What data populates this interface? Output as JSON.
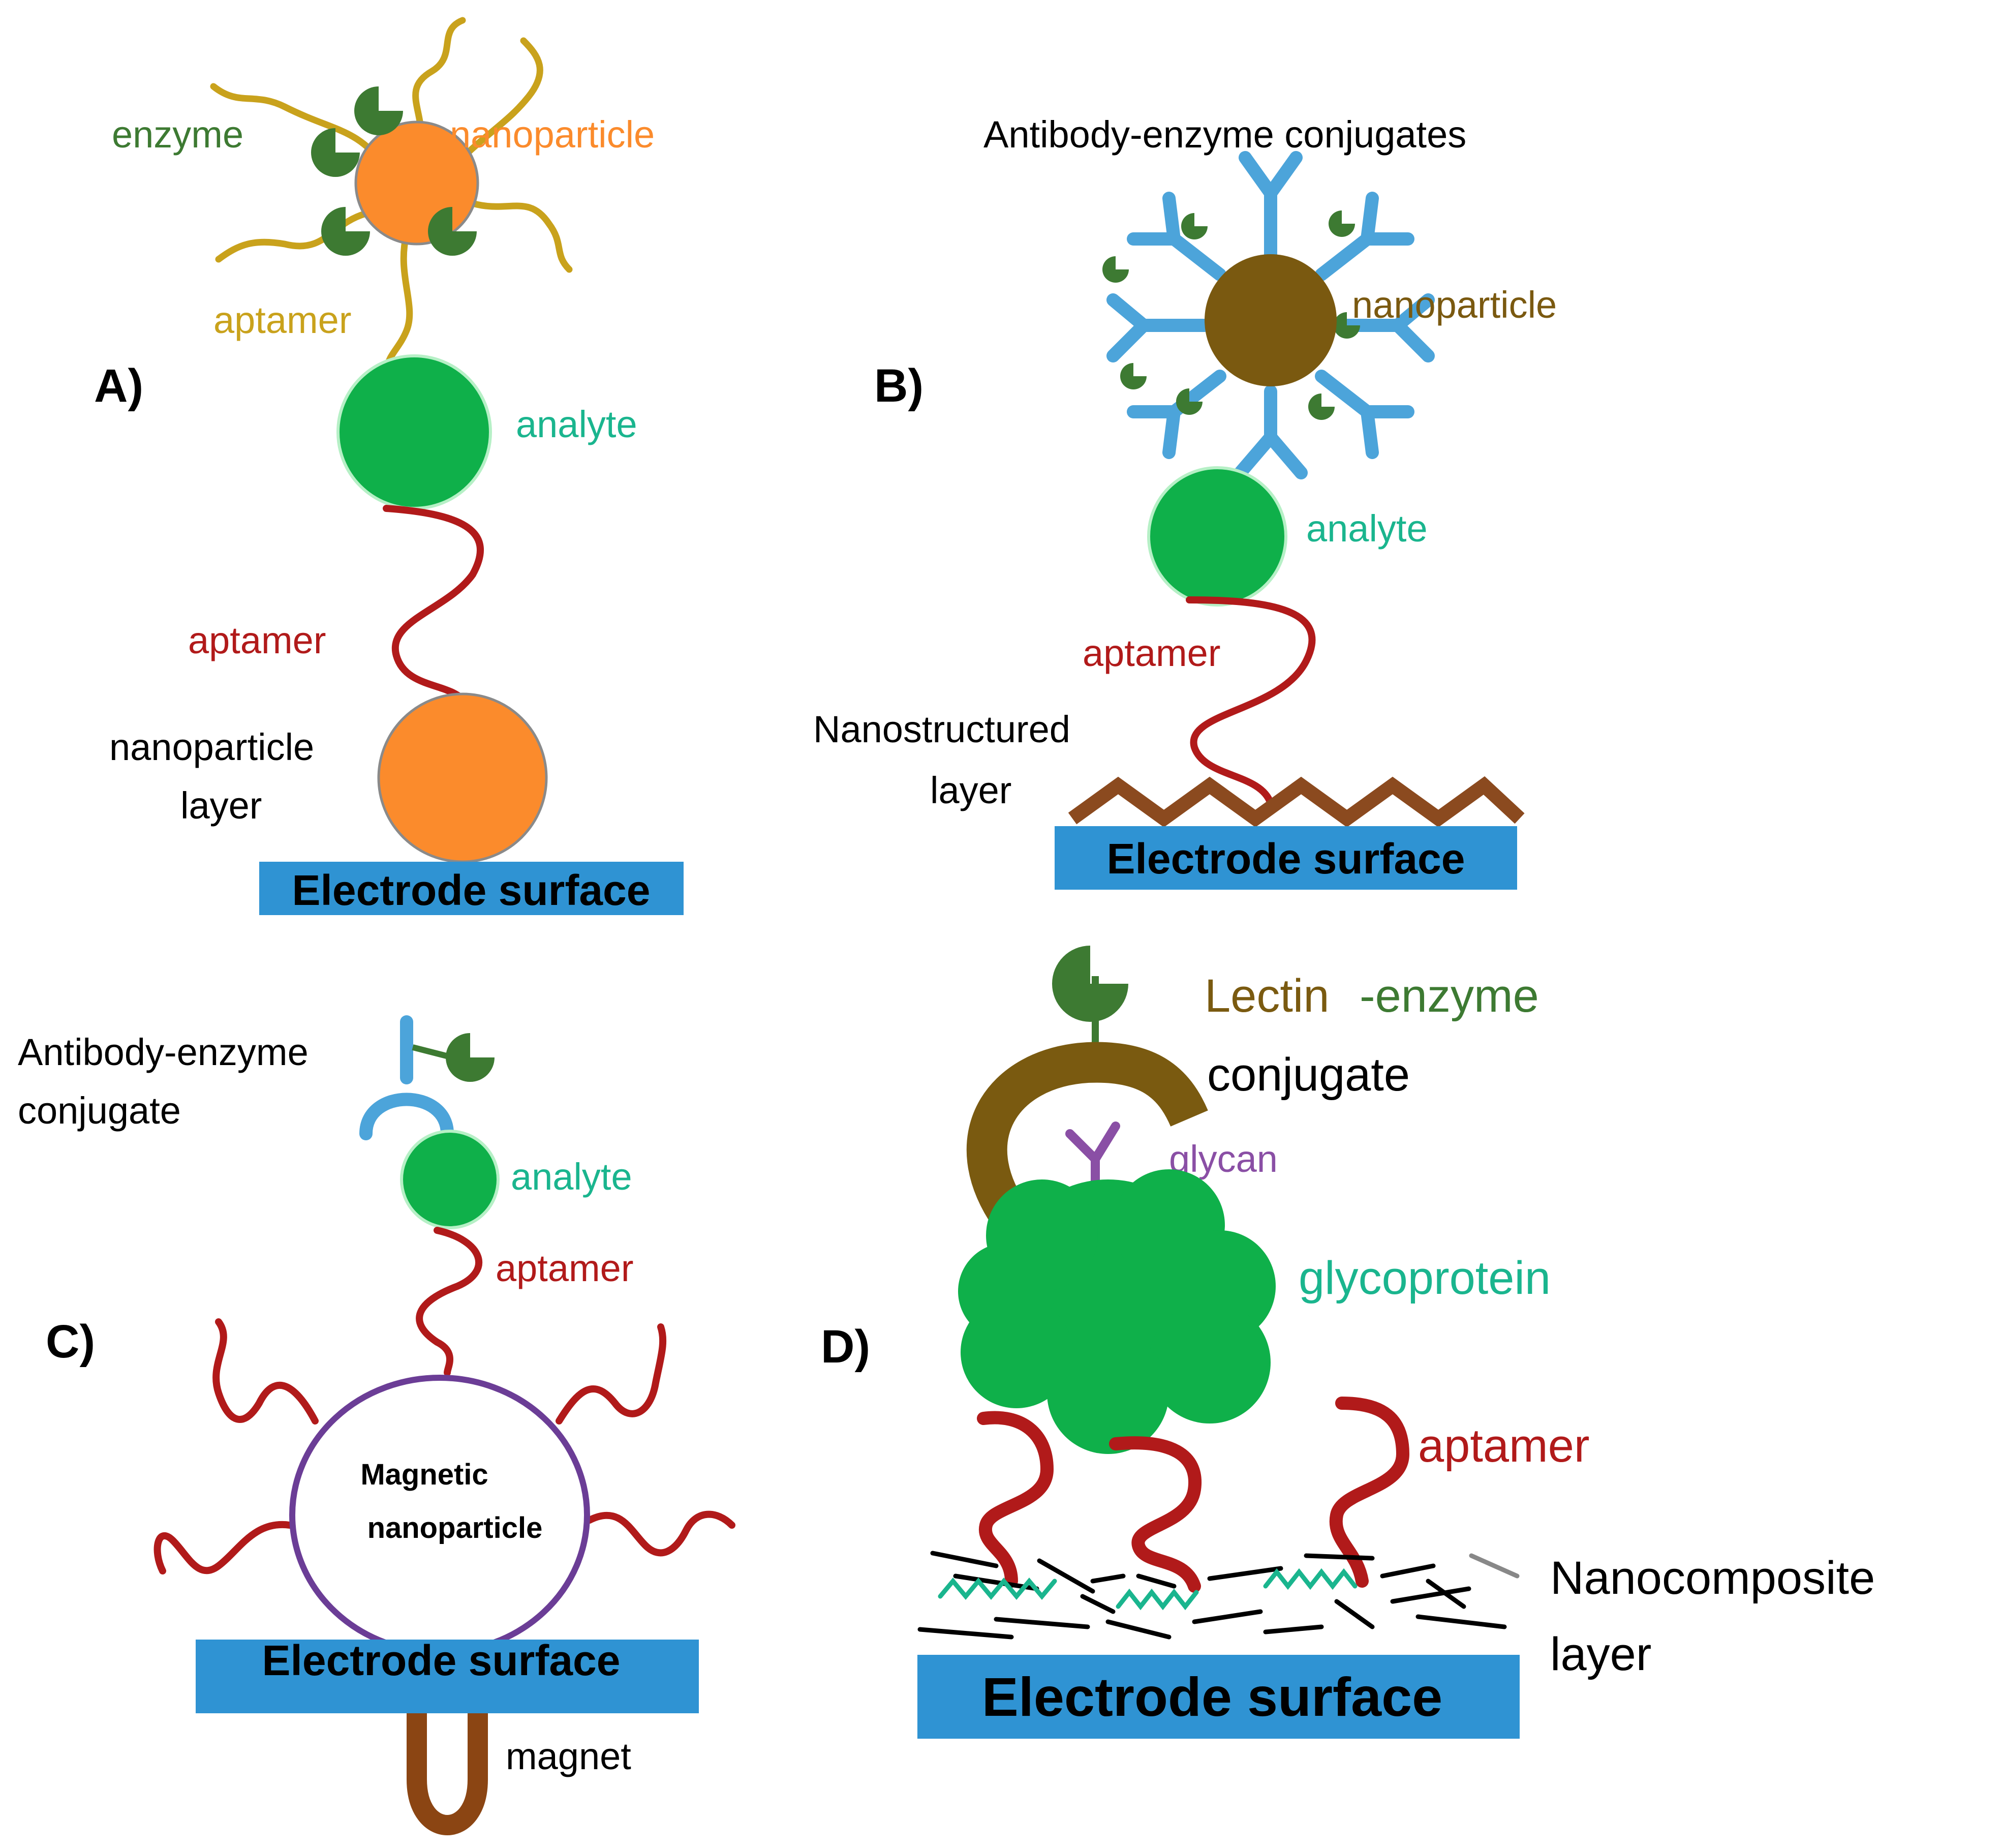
{
  "colors": {
    "enzyme": "#3d7a32",
    "enzyme_text": "#3d7a32",
    "aptamer_gold": "#c9a21c",
    "aptamer_red": "#b11a1a",
    "nanoparticle_orange": "#fb8b2c",
    "nanoparticle_brown": "#7a5910",
    "analyte": "#0fb04a",
    "analyte_text": "#1ab58e",
    "antibody": "#4ca4da",
    "electrode": "#2f93d3",
    "nanostructure": "#8b4a1f",
    "magnet": "#8b4513",
    "magnetic_np": "#6b3d96",
    "glycan": "#8a4fa5",
    "lectin": "#7a5a10",
    "black": "#000000"
  },
  "panels": {
    "a": {
      "tag": "A)",
      "enzyme": "enzyme",
      "nanoparticle": "nanoparticle",
      "aptamer_top": "aptamer",
      "analyte": "analyte",
      "aptamer_bottom": "aptamer",
      "np_layer_line1": "nanoparticle",
      "np_layer_line2": "layer",
      "electrode": "Electrode surface"
    },
    "b": {
      "tag": "B)",
      "conjugates": "Antibody-enzyme conjugates",
      "nanoparticle": "nanoparticle",
      "analyte": "analyte",
      "aptamer": "aptamer",
      "layer_line1": "Nanostructured",
      "layer_line2": "layer",
      "electrode": "Electrode surface"
    },
    "c": {
      "tag": "C)",
      "conjugate_line1": "Antibody-enzyme",
      "conjugate_line2": "conjugate",
      "analyte": "analyte",
      "aptamer": "aptamer",
      "magnetic_line1": "Magnetic",
      "magnetic_line2": "nanoparticle",
      "electrode": "Electrode surface",
      "magnet": "magnet"
    },
    "d": {
      "tag": "D)",
      "lectin": "Lectin",
      "enzyme_suffix": "-enzyme",
      "conjugate": "conjugate",
      "glycan": "glycan",
      "glycoprotein": "glycoprotein",
      "aptamer": "aptamer",
      "layer_line1": "Nanocomposite",
      "layer_line2": "layer",
      "electrode": "Electrode surface"
    }
  }
}
